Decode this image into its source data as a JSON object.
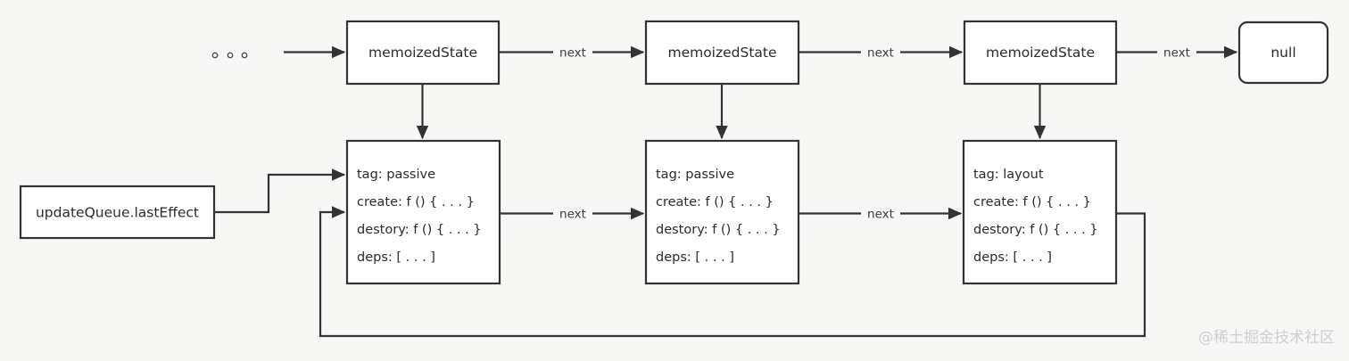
{
  "diagram": {
    "title": "React hook memoizedState effect list",
    "background_color": "#f7f7f6",
    "stroke_color": "#333333",
    "box_fill": "#ffffff",
    "ellipsis": "∘ ∘ ∘",
    "hook_nodes": [
      {
        "label": "memoizedState"
      },
      {
        "label": "memoizedState"
      },
      {
        "label": "memoizedState"
      }
    ],
    "terminal_node": {
      "label": "null"
    },
    "queue_node": {
      "label": "updateQueue.lastEffect"
    },
    "effect_nodes": [
      {
        "tag": "tag: passive",
        "create": "create: f () { . . . }",
        "destory": "destory: f () { . . . }",
        "deps": "deps: [ . . . ]"
      },
      {
        "tag": "tag: passive",
        "create": "create: f () { . . . }",
        "destory": "destory: f () { . . . }",
        "deps": "deps: [ . . . ]"
      },
      {
        "tag": "tag: layout",
        "create": "create: f () { . . . }",
        "destory": "destory: f () { . . . }",
        "deps": "deps: [ . . . ]"
      }
    ],
    "edge_labels": {
      "hook_next_1": "next",
      "hook_next_2": "next",
      "hook_next_3": "next",
      "effect_next_1": "next",
      "effect_next_2": "next"
    },
    "watermark": "@稀土掘金技术社区"
  }
}
